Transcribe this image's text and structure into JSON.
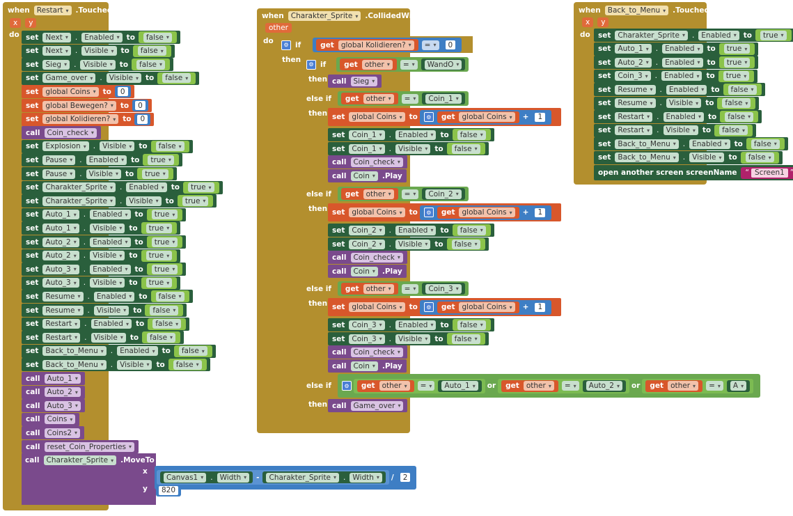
{
  "kw": {
    "when": "when",
    "do": "do",
    "set": "set",
    "to": "to",
    "call": "call",
    "get": "get",
    "if": "if",
    "then": "then",
    "else_if": "else if",
    "or": "or",
    "open_screen": "open another screen  screenName"
  },
  "b1": {
    "component": "Restart",
    "event": ".Touched",
    "params": [
      "x",
      "y"
    ],
    "sets": [
      {
        "c": "Next",
        "p": "Enabled",
        "v": "false"
      },
      {
        "c": "Next",
        "p": "Visible",
        "v": "false"
      },
      {
        "c": "Sieg",
        "p": "Visible",
        "v": "false"
      },
      {
        "c": "Game_over",
        "p": "Visible",
        "v": "false"
      }
    ],
    "globals": [
      {
        "n": "global Coins",
        "v": "0"
      },
      {
        "n": "global Bewegen?",
        "v": "0"
      },
      {
        "n": "global Kolidieren?",
        "v": "0"
      }
    ],
    "call1": "Coin_check",
    "sets2": [
      {
        "c": "Explosion",
        "p": "Visible",
        "v": "false"
      },
      {
        "c": "Pause",
        "p": "Enabled",
        "v": "true"
      },
      {
        "c": "Pause",
        "p": "Visible",
        "v": "true"
      },
      {
        "c": "Charakter_Sprite",
        "p": "Enabled",
        "v": "true"
      },
      {
        "c": "Charakter_Sprite",
        "p": "Visible",
        "v": "true"
      },
      {
        "c": "Auto_1",
        "p": "Enabled",
        "v": "true"
      },
      {
        "c": "Auto_1",
        "p": "Visible",
        "v": "true"
      },
      {
        "c": "Auto_2",
        "p": "Enabled",
        "v": "true"
      },
      {
        "c": "Auto_2",
        "p": "Visible",
        "v": "true"
      },
      {
        "c": "Auto_3",
        "p": "Enabled",
        "v": "true"
      },
      {
        "c": "Auto_3",
        "p": "Visible",
        "v": "true"
      },
      {
        "c": "Resume",
        "p": "Enabled",
        "v": "false"
      },
      {
        "c": "Resume",
        "p": "Visible",
        "v": "false"
      },
      {
        "c": "Restart",
        "p": "Enabled",
        "v": "false"
      },
      {
        "c": "Restart",
        "p": "Visible",
        "v": "false"
      },
      {
        "c": "Back_to_Menu",
        "p": "Enabled",
        "v": "false"
      },
      {
        "c": "Back_to_Menu",
        "p": "Visible",
        "v": "false"
      }
    ],
    "calls": [
      "Auto_1",
      "Auto_2",
      "Auto_3",
      "Coins",
      "Coins2",
      "reset_Coin_Properties"
    ],
    "moveto": {
      "comp": "Charakter_Sprite",
      "method": ".MoveTo",
      "x_label": "x",
      "y_label": "y",
      "canvas": "Canvas1",
      "width1": "Width",
      "minus": "-",
      "sprite": "Charakter_Sprite",
      "width2": "Width",
      "div": "/",
      "two": "2",
      "yval": "820"
    }
  },
  "b2": {
    "component": "Charakter_Sprite",
    "event": ".CollidedWith",
    "param": "other",
    "cond_var": "global Kolidieren?",
    "eq": "=",
    "zero": "0",
    "other": "other",
    "wand": "WandO",
    "sieg": "Sieg",
    "coins": [
      {
        "coin": "Coin_1"
      },
      {
        "coin": "Coin_2"
      },
      {
        "coin": "Coin_3"
      }
    ],
    "global_coins": "global Coins",
    "plus": "+",
    "one": "1",
    "enabled": "Enabled",
    "visible": "Visible",
    "false": "false",
    "coin_check": "Coin_check",
    "coin_comp": "Coin",
    "play": ".Play",
    "autos": [
      "Auto_1",
      "Auto_2",
      "A"
    ],
    "game_over": "Game_over"
  },
  "b3": {
    "component": "Back_to_Menu",
    "event": ".Touched",
    "params": [
      "x",
      "y"
    ],
    "sets": [
      {
        "c": "Charakter_Sprite",
        "p": "Enabled",
        "v": "true"
      },
      {
        "c": "Auto_1",
        "p": "Enabled",
        "v": "true"
      },
      {
        "c": "Auto_2",
        "p": "Enabled",
        "v": "true"
      },
      {
        "c": "Coin_3",
        "p": "Enabled",
        "v": "true"
      },
      {
        "c": "Resume",
        "p": "Enabled",
        "v": "false"
      },
      {
        "c": "Resume",
        "p": "Visible",
        "v": "false"
      },
      {
        "c": "Restart",
        "p": "Enabled",
        "v": "false"
      },
      {
        "c": "Restart",
        "p": "Visible",
        "v": "false"
      },
      {
        "c": "Back_to_Menu",
        "p": "Enabled",
        "v": "false"
      },
      {
        "c": "Back_to_Menu",
        "p": "Visible",
        "v": "false"
      }
    ],
    "screen": "Screen1"
  },
  "colors": {
    "event": "#b38f2e",
    "component_set": "#2a5f3c",
    "variable": "#d8572b",
    "procedure": "#7a4a8c",
    "logic": "#8bc34a",
    "math": "#3e7ec4",
    "text": "#b0226b"
  }
}
